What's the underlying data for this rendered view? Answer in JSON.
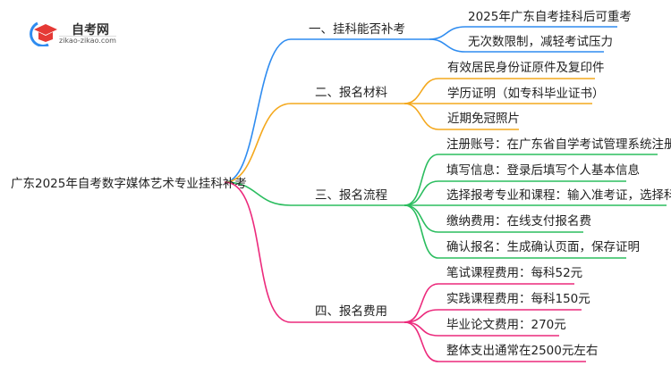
{
  "logo": {
    "title": "自考网",
    "url": "zikao-zikao.com"
  },
  "root": "广东2025年自考数字媒体艺术专业挂科补考",
  "colors": {
    "blue": "#2f8cf0",
    "orange": "#f4a81d",
    "green": "#2bbd5f",
    "pink": "#ec2a7c"
  },
  "branches": [
    {
      "label": "一、挂科能否补考",
      "leaves": [
        "2025年广东自考挂科后可重考",
        "无次数限制，减轻考试压力"
      ]
    },
    {
      "label": "二、报名材料",
      "leaves": [
        "有效居民身份证原件及复印件",
        "学历证明（如专科毕业证书）",
        "近期免冠照片"
      ]
    },
    {
      "label": "三、报名流程",
      "leaves": [
        "注册账号：在广东省自学考试管理系统注册",
        "填写信息：登录后填写个人基本信息",
        "选择报考专业和课程：输入准考证，选择科目",
        "缴纳费用：在线支付报名费",
        "确认报名：生成确认页面，保存证明"
      ]
    },
    {
      "label": "四、报名费用",
      "leaves": [
        "笔试课程费用：每科52元",
        "实践课程费用：每科150元",
        "毕业论文费用：270元",
        "整体支出通常在2500元左右"
      ]
    }
  ]
}
